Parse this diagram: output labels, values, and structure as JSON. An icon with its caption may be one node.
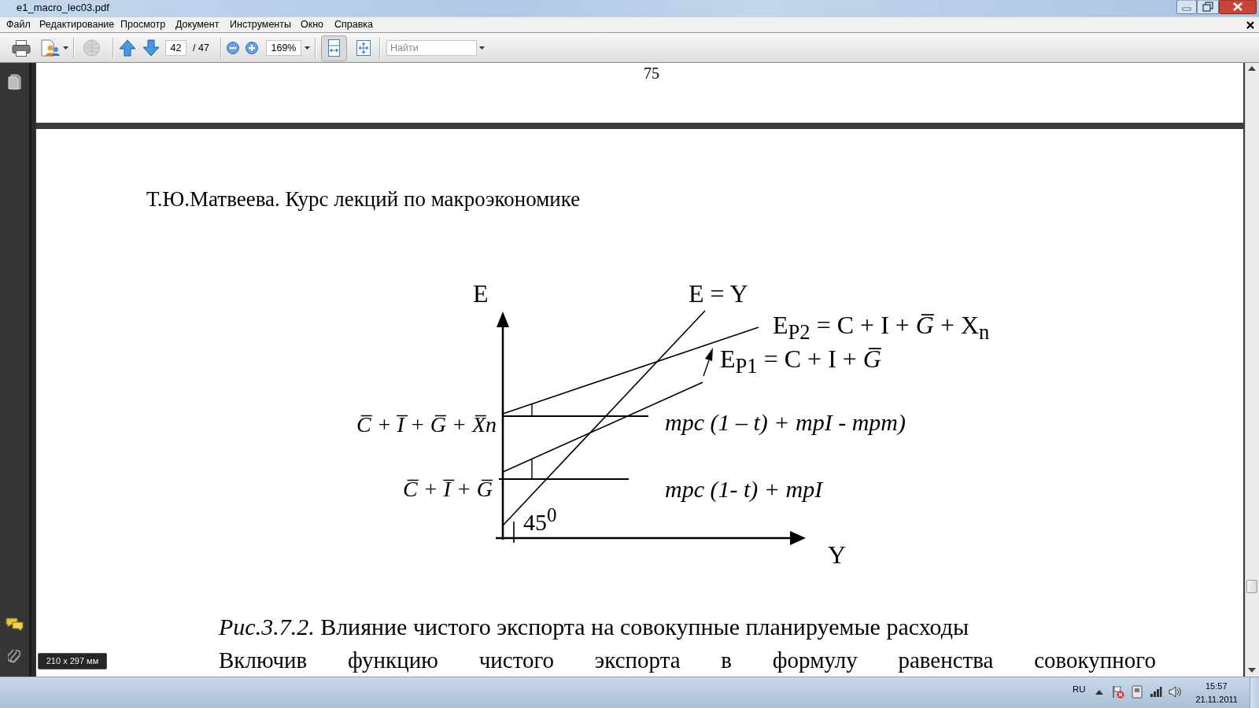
{
  "diagram": {
    "caption": "*Рис.3.7.2.* Влияние чистого экспорта на совокупные планируемые расходы",
    "labels": [
      "e1_macro_lec03.pdf",
      "Файл",
      "Редактирование",
      "Просмотр",
      "Документ",
      "Инструменты",
      "Окно",
      "Справка",
      "42",
      "/ 47",
      "169%",
      "Найти",
      "75",
      "Т.Ю.Матвеева. Курс лекций по макроэкономике",
      "E",
      "E = Y",
      "E$_{P2}$ = C + I + *G̅* + X$_{n}$",
      "E$_{P1}$ = C + I + *G̅*",
      "C̅ + I̅ + G̅ + X̅n",
      "mpc (1 – t) + mpI - mpm)",
      "C̅ + I̅ + G̅",
      "mpc (1- t) + mpI",
      "45$^{0}$",
      "Y",
      "210 x 297 мм",
      "Включив функцию чистого экспорта в формулу равенства совокупного",
      "RU",
      "15:57",
      "21.11.2011"
    ]
  }
}
